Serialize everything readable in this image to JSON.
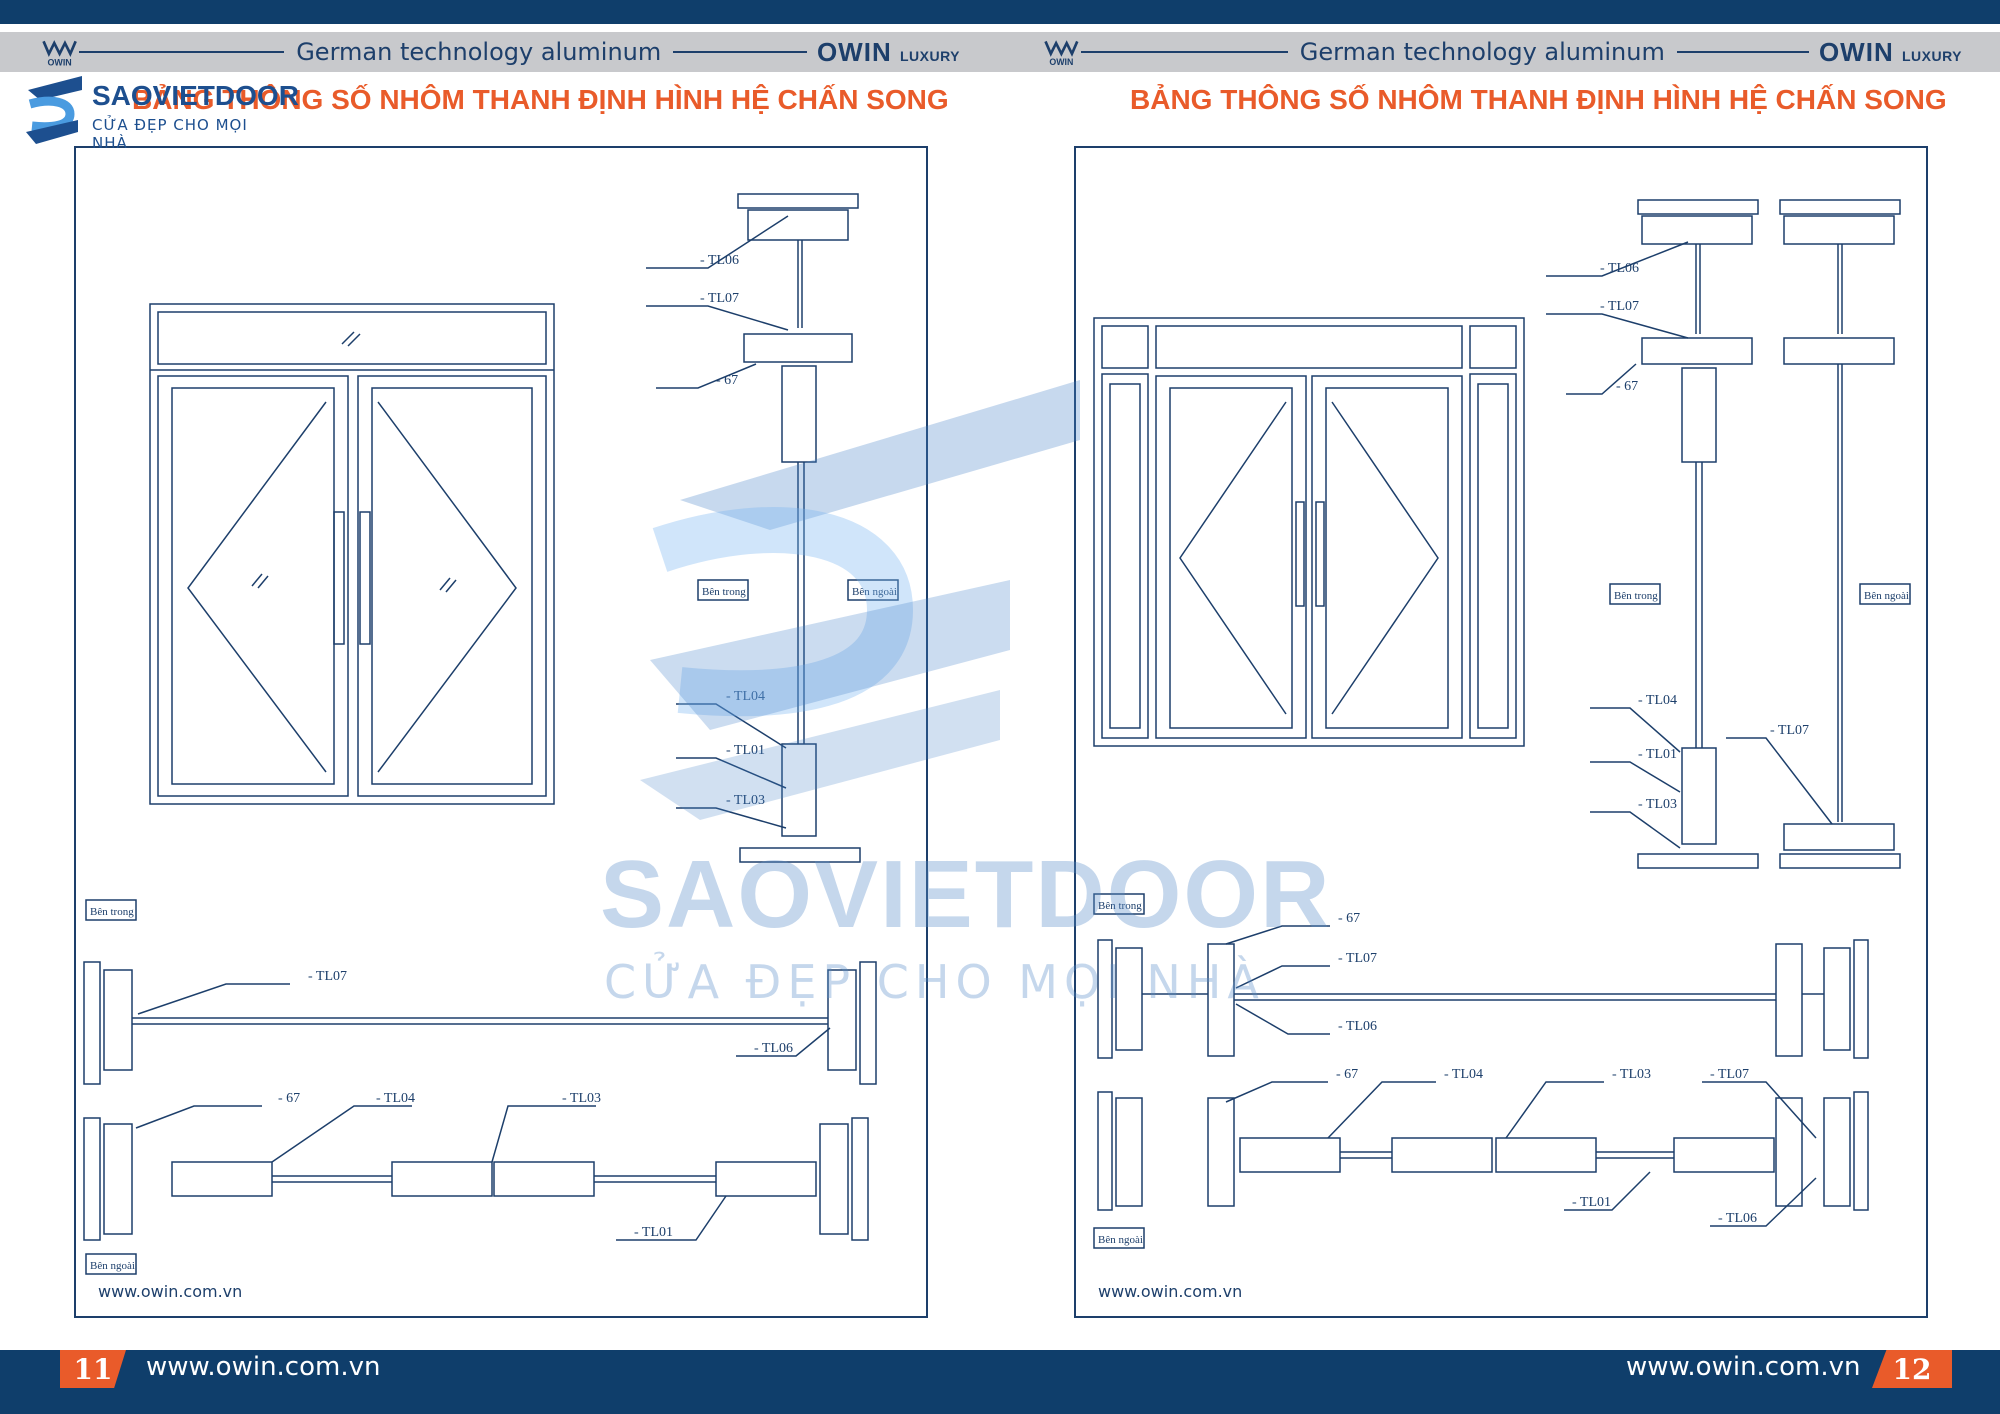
{
  "header": {
    "tagline_left": "German technology aluminum",
    "tagline_right": "German technology aluminum",
    "brand": "OWIN",
    "brand_sub": "LUXURY",
    "mark_label": "OWIN"
  },
  "logo": {
    "name": "SAOVIETDOOR",
    "slogan": "CỬA ĐẸP CHO MỌI NHÀ"
  },
  "watermark": {
    "name": "SAOVIETDOOR",
    "slogan": "CỬA ĐẸP CHO MỌI NHÀ"
  },
  "pages": [
    {
      "title": "BẢNG THÔNG SỐ NHÔM THANH ĐỊNH HÌNH HỆ CHẤN SONG",
      "website": "www.owin.com.vn",
      "page_number": "11",
      "labels": {
        "tl06_v": "- TL06",
        "tl07_v": "- TL07",
        "p67_v": "- 67",
        "tl04_v": "- TL04",
        "tl01_v": "- TL01",
        "tl03_v": "- TL03",
        "inside": "Bên trong",
        "outside": "Bên ngoài",
        "plan_inside": "Bên trong",
        "plan_outside": "Bên ngoài",
        "tl07_h": "- TL07",
        "tl06_h": "- TL06",
        "p67_h": "- 67",
        "tl04_h": "- TL04",
        "tl03_h": "- TL03",
        "tl01_h": "- TL01"
      }
    },
    {
      "title": "BẢNG THÔNG SỐ NHÔM THANH ĐỊNH HÌNH HỆ CHẤN SONG",
      "website": "www.owin.com.vn",
      "page_number": "12",
      "labels": {
        "tl06_v": "- TL06",
        "tl07_v": "- TL07",
        "p67_v": "- 67",
        "tl04_v": "- TL04",
        "tl01_v": "- TL01",
        "tl03_v": "- TL03",
        "tl07_v2": "- TL07",
        "inside": "Bên trong",
        "outside": "Bên ngoài",
        "plan_inside": "Bên trong",
        "plan_outside": "Bên ngoài",
        "p67_h": "- 67",
        "tl07_h": "- TL07",
        "tl06_h": "- TL06",
        "p67_h2": "- 67",
        "tl04_h": "- TL04",
        "tl03_h": "- TL03",
        "tl07_h2": "- TL07",
        "tl01_h": "- TL01",
        "tl06_h2": "- TL06"
      }
    }
  ],
  "footer": {
    "website_left": "www.owin.com.vn",
    "website_right": "www.owin.com.vn"
  },
  "colors": {
    "navy": "#0f3e6b",
    "line": "#1d3f6b",
    "orange": "#e95b2a",
    "gray": "#c8c9cc"
  }
}
